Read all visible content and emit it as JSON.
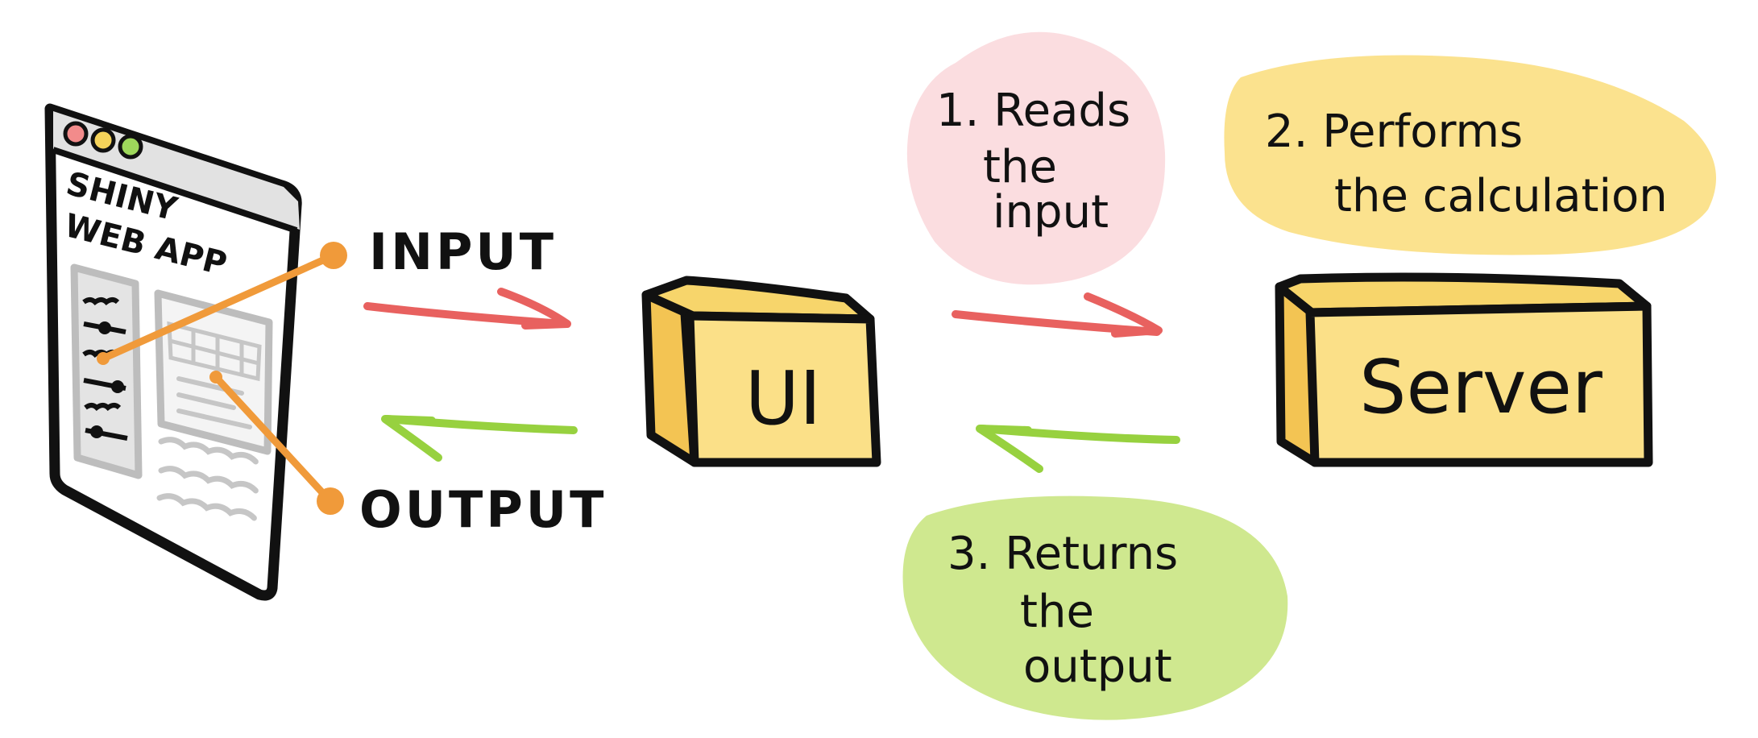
{
  "app_window": {
    "title_line1": "SHINY",
    "title_line2": "WEB APP",
    "dot_colors": [
      "#f28b8b",
      "#f5d35a",
      "#9ed85b"
    ]
  },
  "labels": {
    "input": "INPUT",
    "output": "OUTPUT"
  },
  "blocks": {
    "ui": "UI",
    "server": "Server"
  },
  "steps": [
    {
      "line1": "1. Reads",
      "line2": "the",
      "line3": "input"
    },
    {
      "line1": "2. Performs",
      "line2": "the calculation"
    },
    {
      "line1": "3. Returns",
      "line2": "the",
      "line3": "output"
    }
  ],
  "colors": {
    "input_arrow": "#e8615f",
    "output_arrow": "#97d13f",
    "connector": "#f09a3a",
    "block_fill": "#fbe088",
    "block_side": "#f3c453",
    "bubble_pink": "#fbdde0",
    "bubble_yellow": "#fbe28e",
    "bubble_green": "#cfe88f",
    "ink": "#111111"
  }
}
